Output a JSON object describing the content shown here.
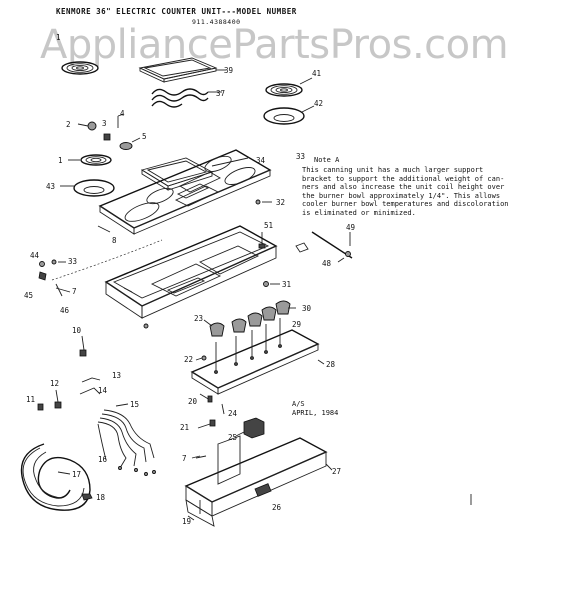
{
  "header": {
    "title": "KENMORE 36\" ELECTRIC COUNTER UNIT---MODEL NUMBER",
    "model_number": "911.4388400"
  },
  "watermark": "AppliancePartsPros.com",
  "note": {
    "title": "Note A",
    "body": "This canning unit has a much larger support\nbracket to support the additional weight of can-\nners and also increase the unit coil height over\nthe burner bowl approximately 1/4\". This allows\ncooler burner bowl temperatures and discoloration\nis eliminated or minimized."
  },
  "revision": {
    "code": "A/S",
    "date": "APRIL, 1984"
  },
  "callouts": [
    "1",
    "2",
    "3",
    "4",
    "5",
    "7",
    "7",
    "8",
    "10",
    "11",
    "12",
    "13",
    "14",
    "15",
    "16",
    "17",
    "18",
    "19",
    "20",
    "21",
    "22",
    "23",
    "24",
    "25",
    "26",
    "27",
    "28",
    "29",
    "30",
    "31",
    "32",
    "33",
    "33",
    "33",
    "34",
    "37",
    "39",
    "41",
    "42",
    "43",
    "44",
    "45",
    "46",
    "48",
    "49",
    "51"
  ],
  "colors": {
    "ink": "#111111",
    "watermark": "#c7c7c7",
    "background": "#ffffff"
  }
}
